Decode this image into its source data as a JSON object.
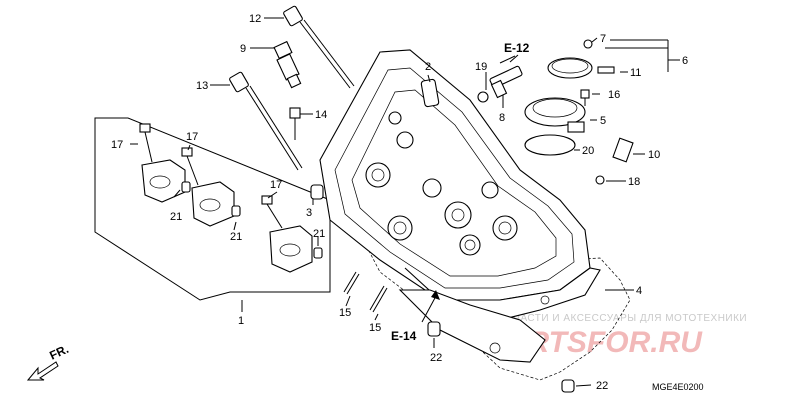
{
  "callouts": {
    "p1": "1",
    "p2": "2",
    "p3": "3",
    "p4": "4",
    "p5": "5",
    "p6": "6",
    "p7": "7",
    "p8": "8",
    "p9": "9",
    "p10": "10",
    "p11": "11",
    "p12": "12",
    "p13": "13",
    "p14": "14",
    "p15a": "15",
    "p15b": "15",
    "p16": "16",
    "p17a": "17",
    "p17b": "17",
    "p17c": "17",
    "p18": "18",
    "p19": "19",
    "p20": "20",
    "p21a": "21",
    "p21b": "21",
    "p21c": "21",
    "p22a": "22",
    "p22b": "22"
  },
  "refs": {
    "e12": "E-12",
    "e14": "E-14"
  },
  "direction": "FR.",
  "diagram_code": "MGE4E0200",
  "watermark": {
    "line1": "ЗАПЧАСТИ И АКСЕССУАРЫ ДЛЯ МОТОТЕХНИКИ",
    "line2": "PARTSFOR.RU"
  },
  "colors": {
    "line": "#000000",
    "watermark_text": "#c9c9c9",
    "watermark_logo": "#f2b9b9"
  }
}
